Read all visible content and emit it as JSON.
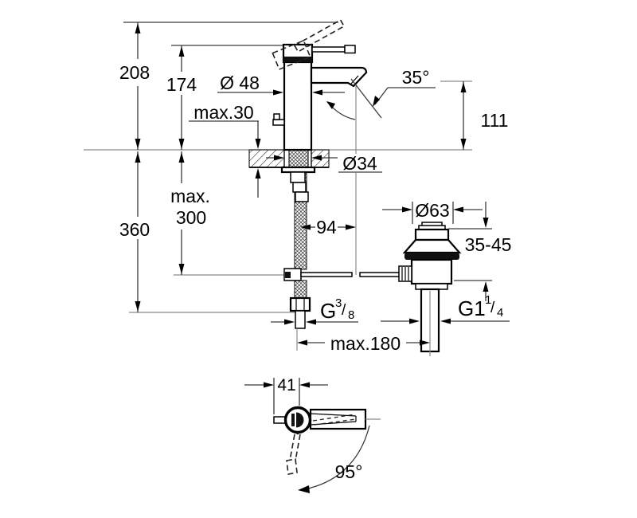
{
  "labels": {
    "total_height": "208",
    "body_height": "174",
    "deck_max": "max.30",
    "body_dia": "Ø 48",
    "spout_angle": "35°",
    "spout_height": "111",
    "hole_dia": "Ø34",
    "hose_max_1": "max.",
    "hose_max_2": "300",
    "below_deck": "360",
    "projection": "94",
    "waste_dia": "Ø63",
    "waste_deck_range": "35-45",
    "supply_thread_g": "G",
    "supply_thread_num": "3",
    "supply_thread_slash": "/",
    "supply_thread_den": "8",
    "waste_thread_g": "G1",
    "waste_thread_num": "1",
    "waste_thread_slash": "/",
    "waste_thread_den": "4",
    "center_distance": "max.180",
    "handle_offset": "41",
    "handle_swing": "95°"
  },
  "colors": {
    "line": "#000000",
    "construction": "#8a8a8a",
    "background": "#ffffff"
  }
}
